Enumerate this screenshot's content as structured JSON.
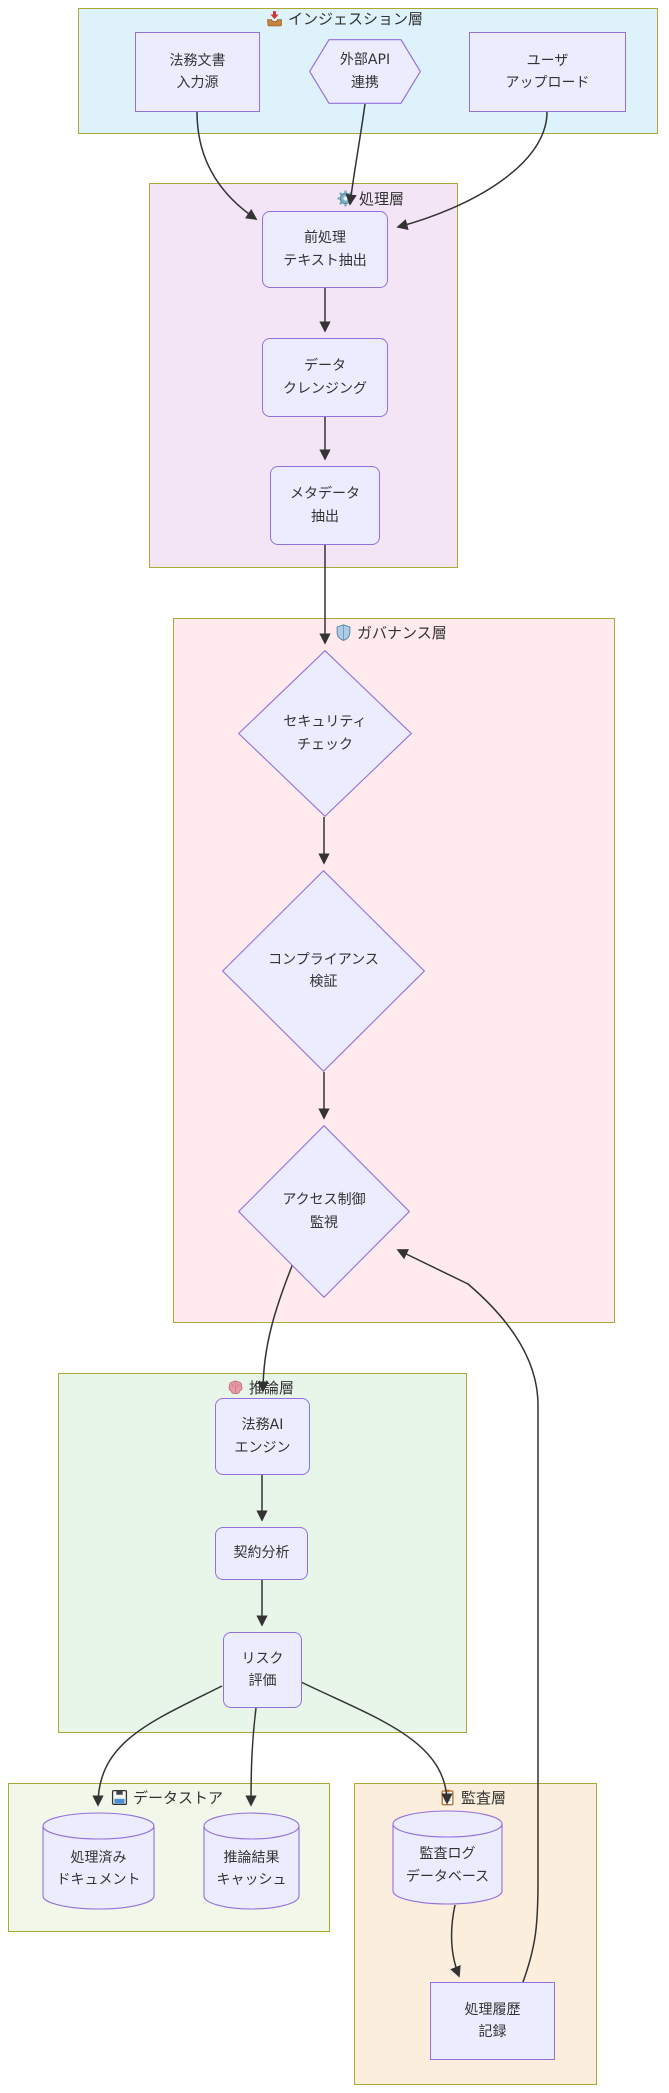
{
  "diagram_type": "flowchart",
  "layers": {
    "ingestion": {
      "title": "インジェスション層",
      "icon": "inbox-tray-icon",
      "fill": "#ddf2fa"
    },
    "processing": {
      "title": "処理層",
      "icon": "gear-icon",
      "fill": "#f3e5f5"
    },
    "governance": {
      "title": "ガバナンス層",
      "icon": "shield-icon",
      "fill": "#ffebee"
    },
    "inference": {
      "title": "推論層",
      "icon": "brain-icon",
      "fill": "#e8f5e9"
    },
    "datastore": {
      "title": "データストア",
      "icon": "floppy-disk-icon",
      "fill": "#f1f8e9"
    },
    "audit": {
      "title": "監査層",
      "icon": "clipboard-icon",
      "fill": "#fbeedc"
    }
  },
  "nodes": {
    "legal_doc_source": {
      "label": "法務文書\n入力源",
      "shape": "rectangle",
      "layer": "ingestion"
    },
    "external_api": {
      "label": "外部API\n連携",
      "shape": "hexagon",
      "layer": "ingestion"
    },
    "user_upload": {
      "label": "ユーザ\nアップロード",
      "shape": "rectangle",
      "layer": "ingestion"
    },
    "preprocess": {
      "label": "前処理\nテキスト抽出",
      "shape": "rounded",
      "layer": "processing"
    },
    "cleansing": {
      "label": "データ\nクレンジング",
      "shape": "rounded",
      "layer": "processing"
    },
    "metadata": {
      "label": "メタデータ\n抽出",
      "shape": "rounded",
      "layer": "processing"
    },
    "security_check": {
      "label": "セキュリティ\nチェック",
      "shape": "diamond",
      "layer": "governance"
    },
    "compliance": {
      "label": "コンプライアンス\n検証",
      "shape": "diamond",
      "layer": "governance"
    },
    "access_control": {
      "label": "アクセス制御\n監視",
      "shape": "diamond",
      "layer": "governance"
    },
    "ai_engine": {
      "label": "法務AI\nエンジン",
      "shape": "rounded",
      "layer": "inference"
    },
    "contract_analysis": {
      "label": "契約分析",
      "shape": "rounded",
      "layer": "inference"
    },
    "risk_eval": {
      "label": "リスク\n評価",
      "shape": "rounded",
      "layer": "inference"
    },
    "processed_docs": {
      "label": "処理済み\nドキュメント",
      "shape": "cylinder",
      "layer": "datastore"
    },
    "inference_cache": {
      "label": "推論結果\nキャッシュ",
      "shape": "cylinder",
      "layer": "datastore"
    },
    "audit_db": {
      "label": "監査ログ\nデータベース",
      "shape": "cylinder",
      "layer": "audit"
    },
    "history_record": {
      "label": "処理履歴\n記録",
      "shape": "rectangle",
      "layer": "audit"
    }
  },
  "edges": [
    {
      "from": "legal_doc_source",
      "to": "preprocess"
    },
    {
      "from": "external_api",
      "to": "preprocess"
    },
    {
      "from": "user_upload",
      "to": "preprocess"
    },
    {
      "from": "preprocess",
      "to": "cleansing"
    },
    {
      "from": "cleansing",
      "to": "metadata"
    },
    {
      "from": "metadata",
      "to": "security_check"
    },
    {
      "from": "security_check",
      "to": "compliance"
    },
    {
      "from": "compliance",
      "to": "access_control"
    },
    {
      "from": "access_control",
      "to": "ai_engine"
    },
    {
      "from": "ai_engine",
      "to": "contract_analysis"
    },
    {
      "from": "contract_analysis",
      "to": "risk_eval"
    },
    {
      "from": "risk_eval",
      "to": "processed_docs"
    },
    {
      "from": "risk_eval",
      "to": "inference_cache"
    },
    {
      "from": "risk_eval",
      "to": "audit_db"
    },
    {
      "from": "audit_db",
      "to": "history_record"
    },
    {
      "from": "history_record",
      "to": "access_control"
    }
  ],
  "colors": {
    "node_fill": "#ECECFF",
    "node_border": "#9370DB",
    "cluster_border": "#aaaa33",
    "edge": "#333333",
    "text": "#333333"
  }
}
